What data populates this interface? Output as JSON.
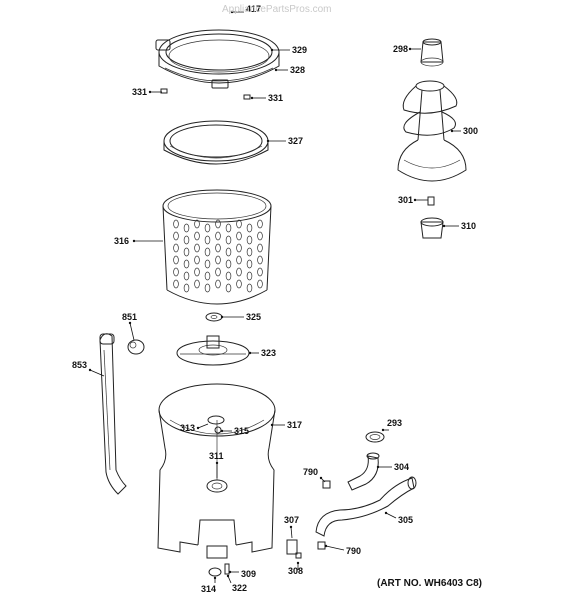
{
  "watermark": "AppliancePartsPros.com",
  "art_number": "(ART NO. WH6403 C8)",
  "callouts": [
    {
      "id": "417"
    },
    {
      "id": "329"
    },
    {
      "id": "328"
    },
    {
      "id": "331"
    },
    {
      "id": "331b",
      "text": "331"
    },
    {
      "id": "327"
    },
    {
      "id": "316"
    },
    {
      "id": "325"
    },
    {
      "id": "323"
    },
    {
      "id": "851"
    },
    {
      "id": "853"
    },
    {
      "id": "313"
    },
    {
      "id": "315"
    },
    {
      "id": "317"
    },
    {
      "id": "311"
    },
    {
      "id": "298"
    },
    {
      "id": "300"
    },
    {
      "id": "301"
    },
    {
      "id": "310"
    },
    {
      "id": "293"
    },
    {
      "id": "790"
    },
    {
      "id": "304"
    },
    {
      "id": "305"
    },
    {
      "id": "307"
    },
    {
      "id": "790b",
      "text": "790"
    },
    {
      "id": "308"
    },
    {
      "id": "309"
    },
    {
      "id": "314"
    },
    {
      "id": "322"
    }
  ]
}
